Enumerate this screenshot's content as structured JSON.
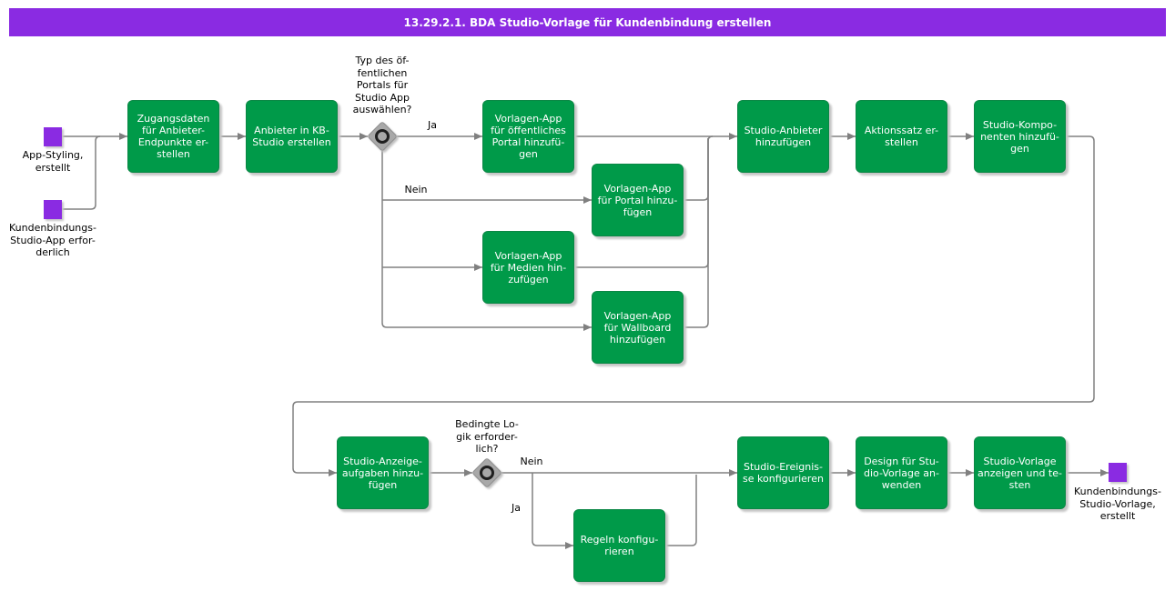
{
  "title": "13.29.2.1. BDA Studio-Vorlage für Kundenbindung erstellen",
  "colors": {
    "accent_purple": "#8A2BE2",
    "task_green": "#009A49",
    "line_gray": "#808080",
    "gateway_gray": "#A8A8A8"
  },
  "events": [
    {
      "id": "start-app-styling",
      "label": "App-Styling,\nerstellt"
    },
    {
      "id": "start-kb-studio-app",
      "label": "Kundenbindungs-\nStudio-App erfor-\nderlich"
    },
    {
      "id": "end-kb-studio-vorlage",
      "label": "Kundenbindungs-\nStudio-Vorlage,\nerstellt"
    }
  ],
  "tasks": [
    {
      "label": "Zugangsdaten\nfür Anbieter-\nEndpunkte er-\nstellen"
    },
    {
      "label": "Anbieter in KB-\nStudio erstellen"
    },
    {
      "label": "Vorlagen-App\nfür öffentliches\nPortal hinzufü-\ngen"
    },
    {
      "label": "Vorlagen-App\nfür Portal hinzu-\nfügen"
    },
    {
      "label": "Vorlagen-App\nfür Medien hin-\nzufügen"
    },
    {
      "label": "Vorlagen-App\nfür Wallboard\nhinzufügen"
    },
    {
      "label": "Studio-Anbieter\nhinzufügen"
    },
    {
      "label": "Aktionssatz er-\nstellen"
    },
    {
      "label": "Studio-Kompo-\nnenten hinzufü-\ngen"
    },
    {
      "label": "Studio-Anzeige-\naufgaben hinzu-\nfügen"
    },
    {
      "label": "Regeln konfigu-\nrieren"
    },
    {
      "label": "Studio-Ereignis-\nse konfigurieren"
    },
    {
      "label": "Design für Stu-\ndio-Vorlage an-\nwenden"
    },
    {
      "label": "Studio-Vorlage\nanzeigen und te-\nsten"
    }
  ],
  "gateways": [
    {
      "question": "Typ des öf-\nfentlichen\nPortals für\nStudio App\nauswählen?"
    },
    {
      "question": "Bedingte Lo-\ngik erforder-\nlich?"
    }
  ],
  "edge_labels": {
    "ja_top": "Ja",
    "nein_top": "Nein",
    "nein_bottom": "Nein",
    "ja_bottom": "Ja"
  }
}
